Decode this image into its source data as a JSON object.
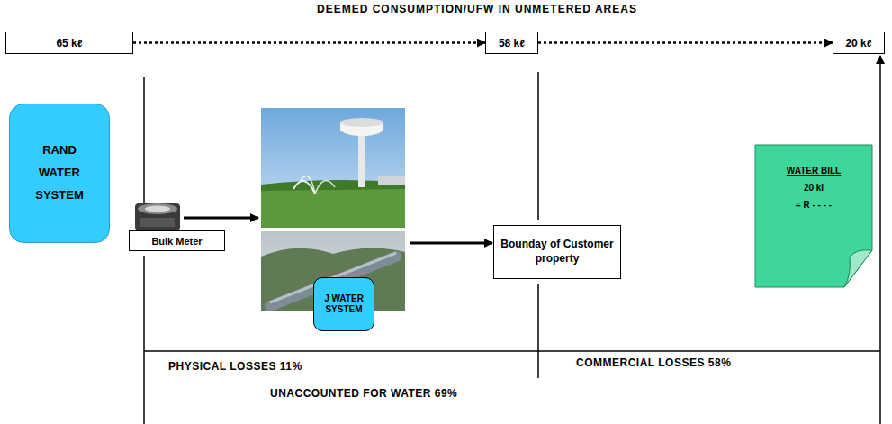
{
  "diagram": {
    "title": "DEEMED CONSUMPTION/UFW IN UNMETERED AREAS",
    "nodes": [
      {
        "text": [
          "65 kℓ"
        ]
      },
      {
        "text": [
          "58 kℓ"
        ]
      },
      {
        "text": [
          "20 kℓ"
        ]
      },
      {
        "text": [
          "RAND WATER SYSTEM"
        ]
      },
      {
        "text": [
          "Bulk Meter"
        ]
      },
      {
        "text": [
          "J WATER SYSTEM"
        ]
      },
      {
        "text": [
          "Bounday of Customer property"
        ]
      },
      {
        "text": [
          "WATER BILL",
          "20 kl",
          "= R - - - -"
        ]
      }
    ],
    "edges": [
      {
        "from": 0,
        "to": 1,
        "arrow": "to"
      },
      {
        "from": 1,
        "to": 2,
        "arrow": "to"
      }
    ],
    "labels": [
      "PHYSICAL LOSSES 11%",
      "COMMERCIAL LOSSES 58%",
      "UNACCOUNTED FOR WATER 69%"
    ]
  }
}
